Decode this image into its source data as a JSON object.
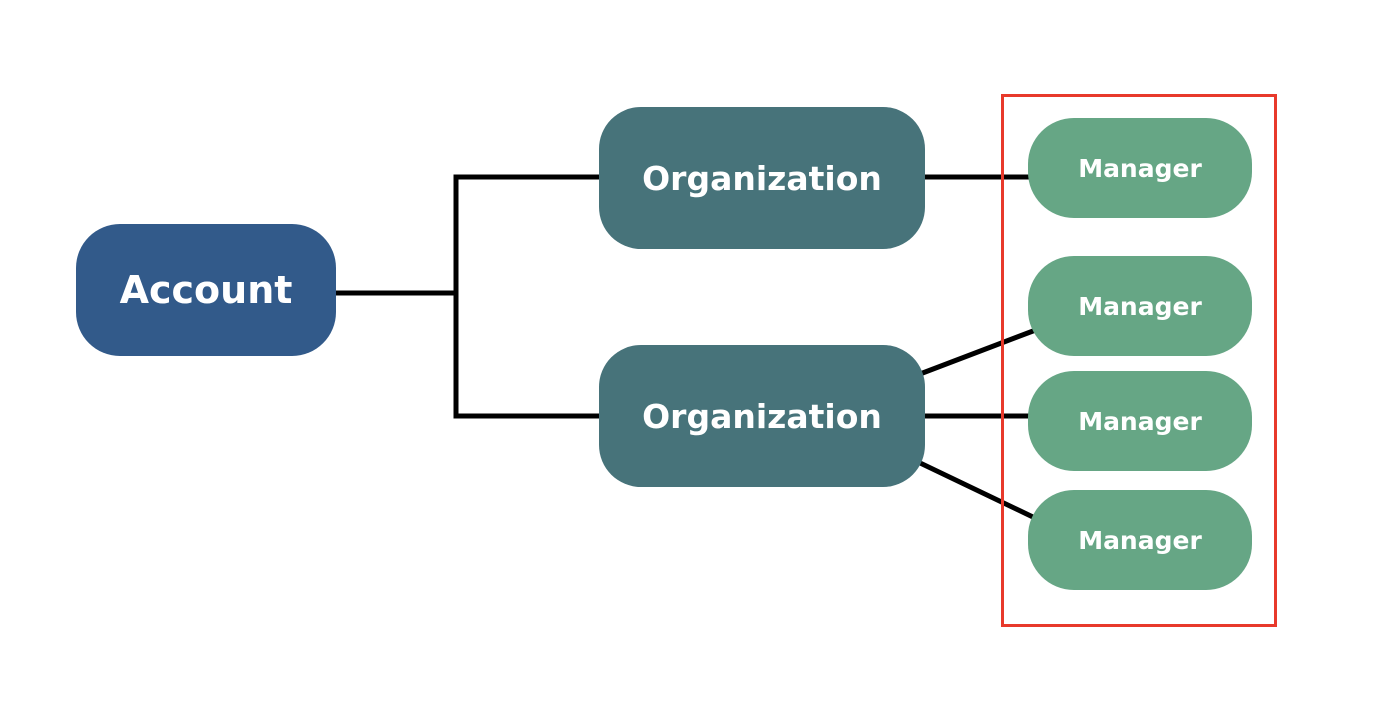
{
  "colors": {
    "account": "#325a8a",
    "organization": "#47737a",
    "manager": "#66a685",
    "connector": "#000000",
    "highlight": "#e8392b"
  },
  "nodes": {
    "account": {
      "label": "Account"
    },
    "organizations": [
      {
        "label": "Organization"
      },
      {
        "label": "Organization"
      }
    ],
    "managers": [
      {
        "label": "Manager"
      },
      {
        "label": "Manager"
      },
      {
        "label": "Manager"
      },
      {
        "label": "Manager"
      }
    ]
  },
  "edges": [
    {
      "from": "account",
      "to": "organization-1"
    },
    {
      "from": "account",
      "to": "organization-2"
    },
    {
      "from": "organization-1",
      "to": "manager-1"
    },
    {
      "from": "organization-2",
      "to": "manager-2"
    },
    {
      "from": "organization-2",
      "to": "manager-3"
    },
    {
      "from": "organization-2",
      "to": "manager-4"
    }
  ]
}
